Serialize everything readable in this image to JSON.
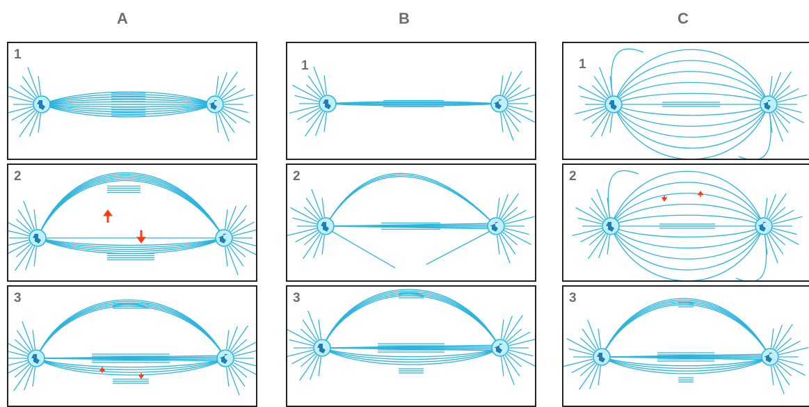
{
  "columns": [
    {
      "label": "A",
      "panels": [
        {
          "number": "1",
          "shape": "flat-full",
          "arrows": []
        },
        {
          "number": "2",
          "shape": "arc-plus-lower",
          "arrows": [
            {
              "dir": "up",
              "size": "large"
            },
            {
              "dir": "down",
              "size": "large"
            }
          ]
        },
        {
          "number": "3",
          "shape": "arc-mid-lower",
          "arrows": [
            {
              "dir": "up",
              "size": "small"
            },
            {
              "dir": "down",
              "size": "small"
            }
          ]
        }
      ]
    },
    {
      "label": "B",
      "panels": [
        {
          "number": "1",
          "shape": "flat-thin",
          "arrows": []
        },
        {
          "number": "2",
          "shape": "arc-thin",
          "arrows": []
        },
        {
          "number": "3",
          "shape": "arc-mid-lower",
          "arrows": []
        }
      ]
    },
    {
      "label": "C",
      "panels": [
        {
          "number": "1",
          "shape": "spindle-wide",
          "arrows": []
        },
        {
          "number": "2",
          "shape": "spindle-wide",
          "arrows": [
            {
              "dir": "down",
              "size": "small"
            },
            {
              "dir": "up",
              "size": "small"
            }
          ]
        },
        {
          "number": "3",
          "shape": "arc-mid-lower",
          "arrows": []
        }
      ]
    }
  ],
  "colors": {
    "fiber": "#2bb4df",
    "pole_fill": "#bff0fa",
    "chromosome": "#1f7fb3",
    "force_arrow": "#ff3a12",
    "frame": "#222222",
    "label": "#6e6e6e"
  }
}
